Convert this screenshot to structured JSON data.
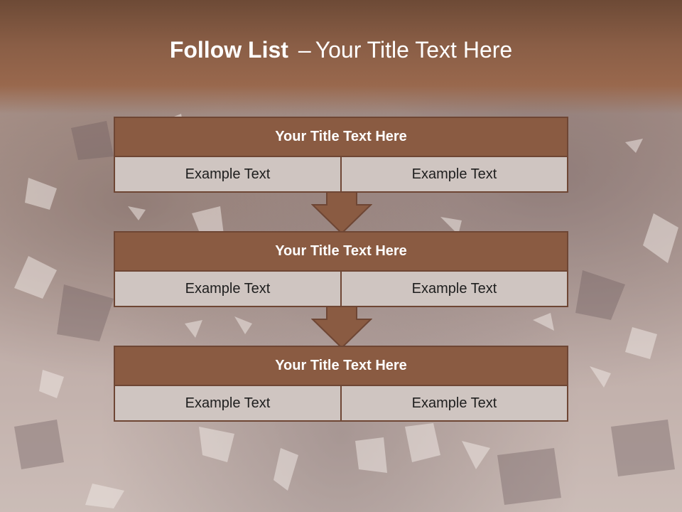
{
  "header": {
    "title_bold": "Follow List",
    "title_sep": "–",
    "title_rest": "Your Title Text Here"
  },
  "blocks": [
    {
      "title": "Your Title Text Here",
      "cells": [
        "Example Text",
        "Example Text"
      ]
    },
    {
      "title": "Your Title Text Here",
      "cells": [
        "Example Text",
        "Example Text"
      ]
    },
    {
      "title": "Your Title Text Here",
      "cells": [
        "Example Text",
        "Example Text"
      ]
    }
  ],
  "colors": {
    "header_brown": "#8a5e46",
    "block_title_fill": "#8a5b42",
    "cell_fill": "#cfc5c1",
    "border": "#6e4634"
  }
}
